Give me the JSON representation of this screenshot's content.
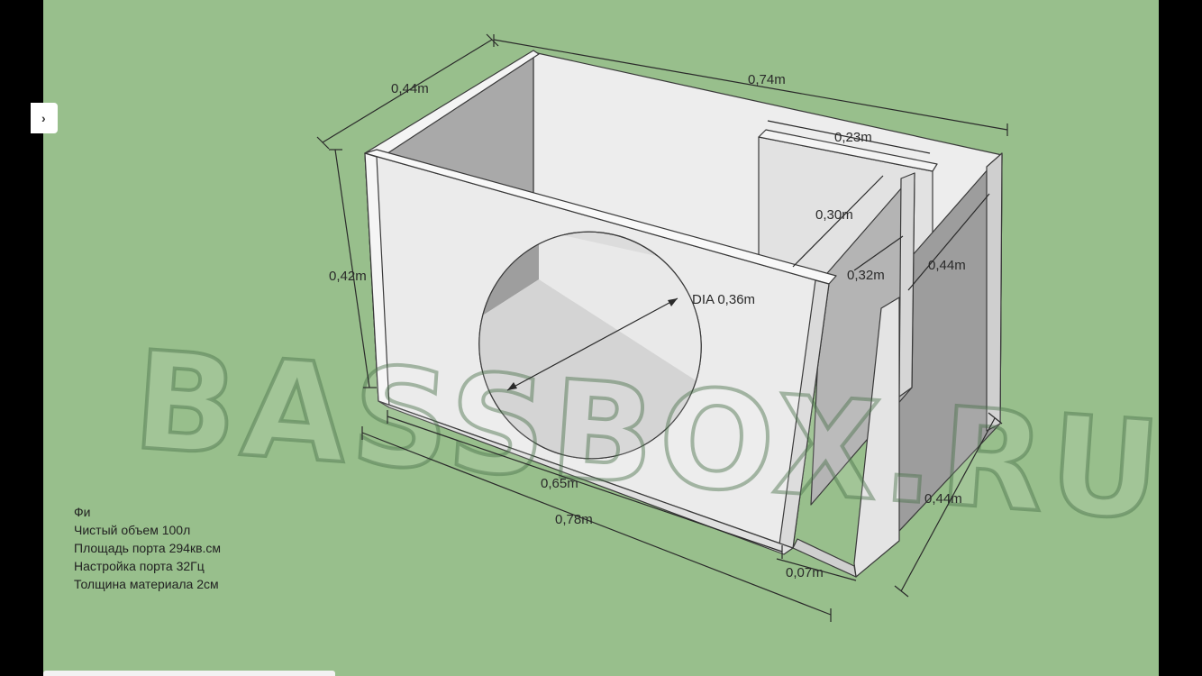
{
  "left_tab": {
    "glyph": "›"
  },
  "watermark": "BASSBOX.RU",
  "dimensions": {
    "depth_top": "0,44m",
    "width_top": "0,74m",
    "port_width": "0,23m",
    "port_depth": "0,30m",
    "port_partition": "0,32m",
    "side_depth": "0,44m",
    "height": "0,42m",
    "driver_dia": "DIA 0,36m",
    "front_inner": "0,65m",
    "front_outer": "0,78m",
    "port_gap": "0,07m",
    "bottom_depth": "0,44m"
  },
  "specs": [
    "Фи",
    "Чистый объем 100л",
    "Площадь порта 294кв.см",
    "Настройка порта 32Гц",
    "Толщина материала 2см"
  ],
  "colors": {
    "background": "#98bf8c",
    "panel_light": "#ebebeb",
    "panel_mid": "#d8d8d8",
    "panel_dark": "#a8a8a8"
  }
}
